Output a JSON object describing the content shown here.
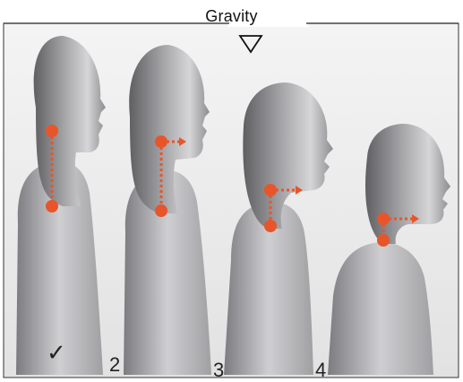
{
  "header": {
    "label": "Gravity",
    "arrow_icon": "down-triangle-icon"
  },
  "panels": [
    {
      "label": "✓",
      "icon": "checkmark-icon"
    },
    {
      "label": "2"
    },
    {
      "label": "3"
    },
    {
      "label": "4"
    }
  ],
  "colors": {
    "marker": "#e8552a",
    "figure_dark": "#6e6e70",
    "figure_light": "#d9d9db",
    "background": "#eeeeee"
  }
}
